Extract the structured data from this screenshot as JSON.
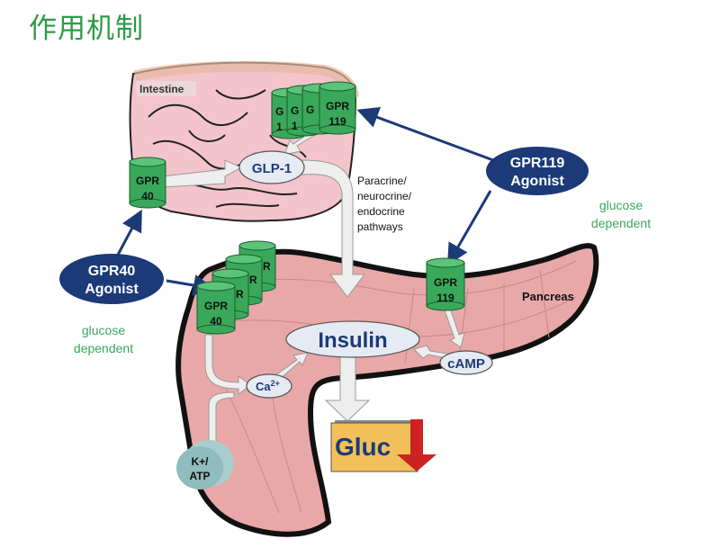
{
  "page": {
    "title": "作用机制"
  },
  "colors": {
    "title_green": "#2e9a46",
    "receptor_green": "#3aa85a",
    "agonist_navy": "#1c3a78",
    "tissue_pink": "#e8a8a8",
    "intestine_pink": "#f4c4cc",
    "glucose_box": "#f2c05a",
    "down_arrow_red": "#cc2222",
    "channel_teal": "#8fbcbc",
    "glucose_text_green": "#3aa85a"
  },
  "organs": {
    "intestine": "Intestine",
    "pancreas": "Pancreas"
  },
  "receptors": {
    "gpr119_intestine": {
      "line1": "GPR",
      "line2": "119",
      "stack_partial": [
        "G",
        "G",
        "G"
      ],
      "stack_partial2": [
        "1",
        "1"
      ]
    },
    "gpr40_intestine": {
      "line1": "GPR",
      "line2": "40"
    },
    "gpr40_pancreas": {
      "line1": "GPR",
      "line2": "40",
      "stack_partial": [
        "R",
        "R",
        "R"
      ]
    },
    "gpr119_pancreas": {
      "line1": "GPR",
      "line2": "119"
    }
  },
  "agonists": {
    "gpr119": {
      "line1": "GPR119",
      "line2": "Agonist",
      "note_line1": "glucose",
      "note_line2": "dependent"
    },
    "gpr40": {
      "line1": "GPR40",
      "line2": "Agonist",
      "note_line1": "glucose",
      "note_line2": "dependent"
    }
  },
  "mediators": {
    "glp1": "GLP-1",
    "insulin": "Insulin",
    "camp": "cAMP",
    "calcium": "Ca",
    "calcium_sup": "2+",
    "katp_line1": "K+/",
    "katp_line2": "ATP"
  },
  "pathways": {
    "line1": "Paracrine/",
    "line2": "neurocrine/",
    "line3": "endocrine",
    "line4": "pathways"
  },
  "outcome": {
    "glucose_label": "Gluc",
    "direction": "decrease"
  }
}
